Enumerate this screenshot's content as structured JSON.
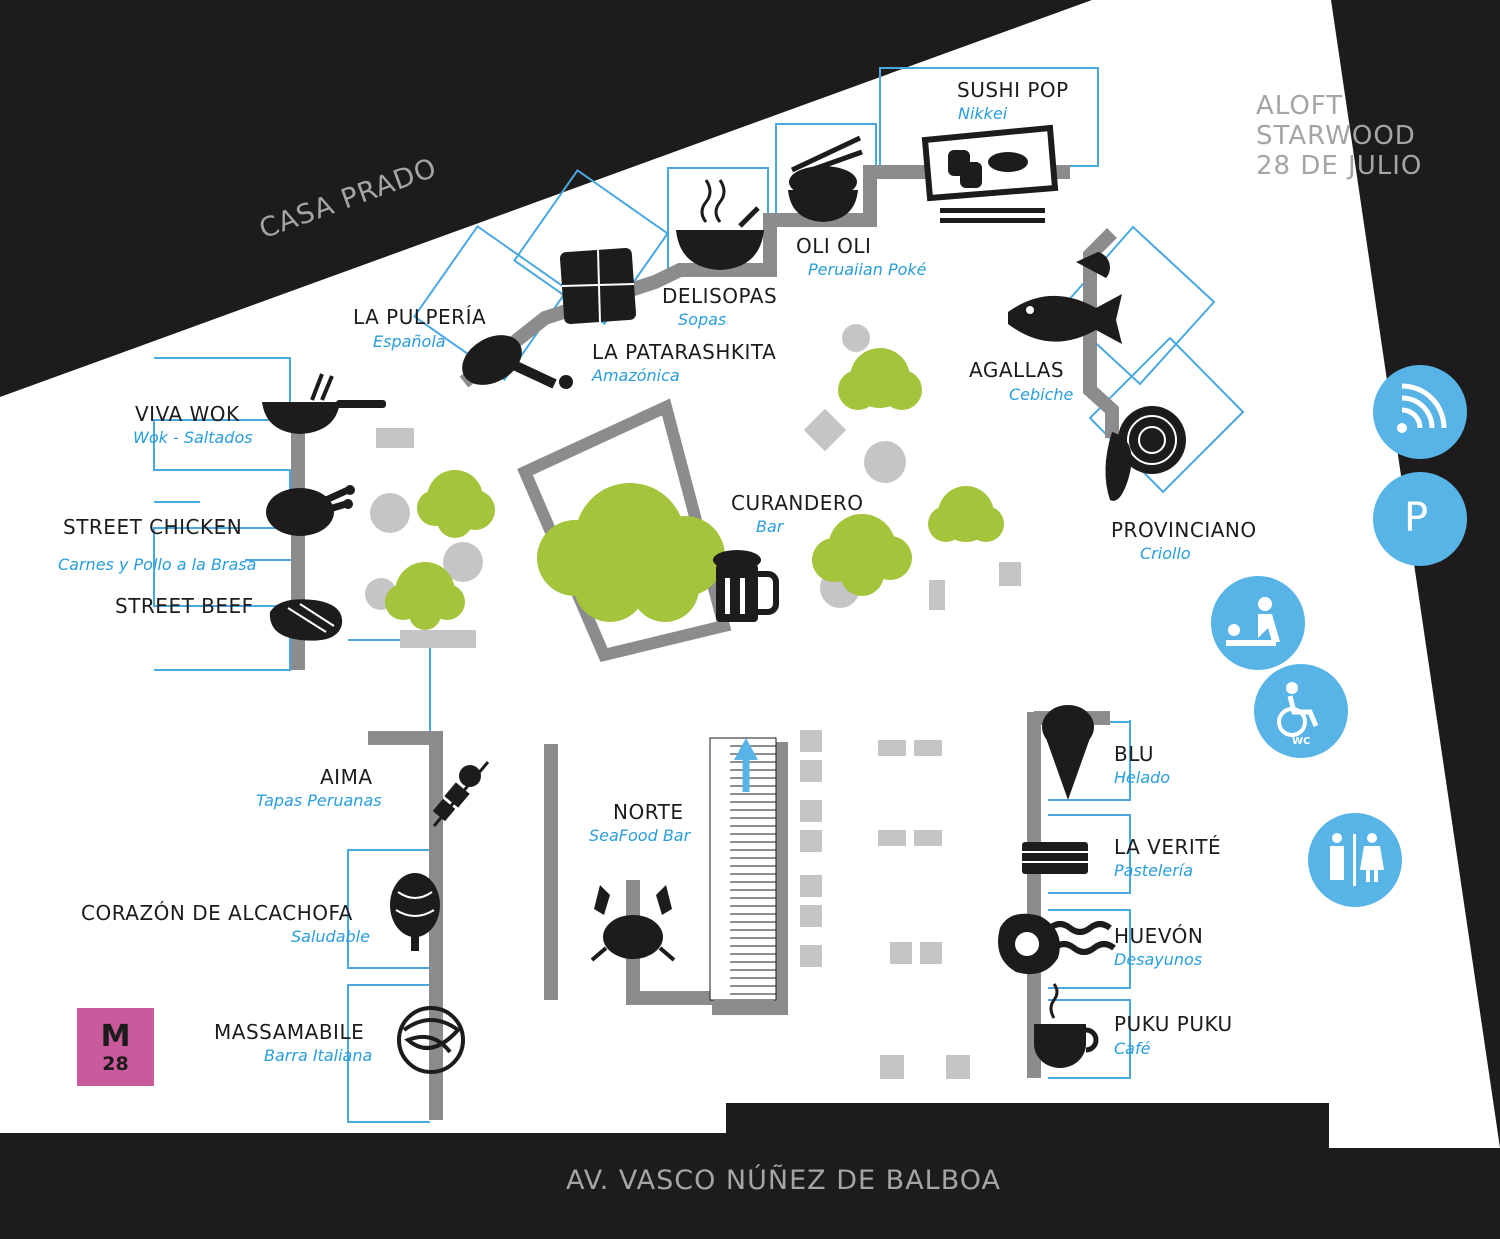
{
  "streets": {
    "casa_prado": "CASA PRADO",
    "av_balboa": "AV. VASCO NÚÑEZ DE BALBOA",
    "corner_lines": [
      "ALOFT",
      "STARWOOD",
      "28 DE JULIO"
    ]
  },
  "logo": {
    "line1": "M",
    "line2": "28"
  },
  "colors": {
    "background_dark": "#1d1b1c",
    "floor": "#ffffff",
    "accent_blue": "#2a9ddb",
    "stall_outline": "#4aa8e0",
    "wall_gray": "#8c8b8e",
    "table_gray": "#c5c5c7",
    "tree_green": "#a3c43b",
    "amenity_blue": "#58b4e6",
    "logo_pink": "#c95a9c"
  },
  "amenities": [
    {
      "id": "wifi",
      "icon": "wifi-icon"
    },
    {
      "id": "parking",
      "icon": "parking-icon",
      "label": "P"
    },
    {
      "id": "baby_changing",
      "icon": "baby-changing-icon"
    },
    {
      "id": "accessible_wc",
      "icon": "wheelchair-icon",
      "label": "WC"
    },
    {
      "id": "restrooms",
      "icon": "restroom-icon"
    }
  ],
  "stalls": [
    {
      "id": "sushi_pop",
      "name": "SUSHI POP",
      "category": "Nikkei",
      "icon": "sushi-icon"
    },
    {
      "id": "oli_oli",
      "name": "OLI OLI",
      "category": "Peruaiian Poké",
      "icon": "rice-bowl-icon"
    },
    {
      "id": "delisopas",
      "name": "DELISOPAS",
      "category": "Sopas",
      "icon": "soup-bowl-icon"
    },
    {
      "id": "la_patarashkita",
      "name": "LA PATARASHKITA",
      "category": "Amazónica",
      "icon": "wrapped-parcel-icon"
    },
    {
      "id": "la_pulperia",
      "name": "LA PULPERÍA",
      "category": "Española",
      "icon": "ham-leg-icon"
    },
    {
      "id": "viva_wok",
      "name": "VIVA WOK",
      "category": "Wok - Saltados",
      "icon": "wok-icon"
    },
    {
      "id": "street_chicken",
      "name": "STREET CHICKEN",
      "category": "Carnes y Pollo a la Brasa",
      "icon": "roast-chicken-icon"
    },
    {
      "id": "street_beef",
      "name": "STREET BEEF",
      "category": "",
      "icon": "steak-icon"
    },
    {
      "id": "curandero",
      "name": "CURANDERO",
      "category": "Bar",
      "icon": "beer-mug-icon"
    },
    {
      "id": "agallas",
      "name": "AGALLAS",
      "category": "Cebiche",
      "icon": "fish-icon"
    },
    {
      "id": "provinciano",
      "name": "PROVINCIANO",
      "category": "Criollo",
      "icon": "pepper-onion-icon"
    },
    {
      "id": "aima",
      "name": "AIMA",
      "category": "Tapas Peruanas",
      "icon": "skewer-icon"
    },
    {
      "id": "corazon",
      "name": "CORAZÓN DE ALCACHOFA",
      "category": "Saludable",
      "icon": "artichoke-icon"
    },
    {
      "id": "massamabile",
      "name": "MASSAMABILE",
      "category": "Barra Italiana",
      "icon": "pasta-icon"
    },
    {
      "id": "norte",
      "name": "NORTE",
      "category": "SeaFood Bar",
      "icon": "crab-icon"
    },
    {
      "id": "blu",
      "name": "BLU",
      "category": "Helado",
      "icon": "ice-cream-icon"
    },
    {
      "id": "la_verite",
      "name": "LA VERITÉ",
      "category": "Pastelería",
      "icon": "cake-icon"
    },
    {
      "id": "huevon",
      "name": "HUEVÓN",
      "category": "Desayunos",
      "icon": "egg-bacon-icon"
    },
    {
      "id": "puku_puku",
      "name": "PUKU PUKU",
      "category": "Café",
      "icon": "coffee-cup-icon"
    }
  ]
}
